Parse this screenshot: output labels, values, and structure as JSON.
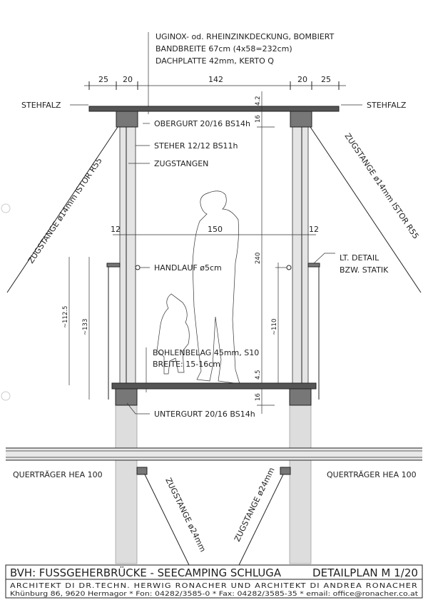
{
  "notes": {
    "roofing": "UGINOX- od. RHEINZINKDECKUNG, BOMBIERT",
    "band_width": "BANDBREITE  67cm (4x58=232cm)",
    "roof_plate": "DACHPLATTE 42mm, KERTO Q",
    "stehfalz_left": "STEHFALZ",
    "stehfalz_right": "STEHFALZ",
    "obergurt": "OBERGURT 20/16 BS14h",
    "steher": "STEHER 12/12 BS11h",
    "zugstangen": "ZUGSTANGEN",
    "zugstange_left": "ZUGSTANGE ø14mm ISTOR R55",
    "zugstange_right": "ZUGSTANGE ø14mm ISTOR R55",
    "handlauf": "HANDLAUF ø5cm",
    "detail_1": "LT. DETAIL",
    "detail_2": "BZW. STATIK",
    "bohlenbelag": "BOHLENBELAG 45mm, S10",
    "breite": "BREITE: 15-16cm",
    "untergurt": "UNTERGURT 20/16  BS14h",
    "quertraeger_left": "QUERTRÄGER HEA 100",
    "quertraeger_right": "QUERTRÄGER HEA 100",
    "zugstange24_left": "ZUGSTANGE ø24mm",
    "zugstange24_right": "ZUGSTANGE ø24mm"
  },
  "dimensions": {
    "top": [
      "25",
      "20",
      "142",
      "20",
      "25"
    ],
    "mid": [
      "12",
      "150",
      "12"
    ],
    "vertical_center": [
      "4.2",
      "16",
      "240",
      "4.5",
      "16"
    ],
    "rail_right": "~110",
    "rail_left_a": "~112.5",
    "rail_left_b": "~133"
  },
  "title_block": {
    "project": "BVH: FUSSGEHERBRÜCKE - SEECAMPING SCHLUGA",
    "plan": "DETAILPLAN M 1/20",
    "architects": "ARCHITEKT DI DR.TECHN. HERWIG RONACHER UND ARCHITEKT DI ANDREA RONACHER",
    "address": "Khünburg 86, 9620 Hermagor * Fon: 04282/3585-0 * Fax: 04282/3585-35 * email: office@ronacher.co.at"
  }
}
